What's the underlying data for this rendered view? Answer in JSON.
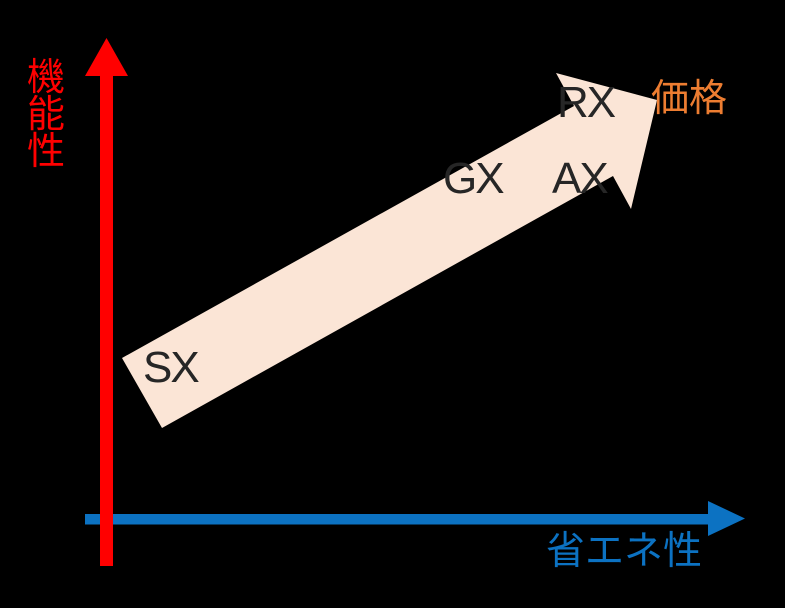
{
  "diagram": {
    "background": "#000000",
    "y_axis": {
      "label": "機\n能\n性",
      "color": "#FF0000"
    },
    "x_axis": {
      "label": "省エネ性",
      "color": "#0C72C2"
    },
    "trend_arrow": {
      "fill": "#FBE5D6",
      "price_label": "価格",
      "price_color": "#ED7D31"
    },
    "series_labels": [
      "SX",
      "GX",
      "AX",
      "RX"
    ],
    "series_label_color": "#262626"
  }
}
